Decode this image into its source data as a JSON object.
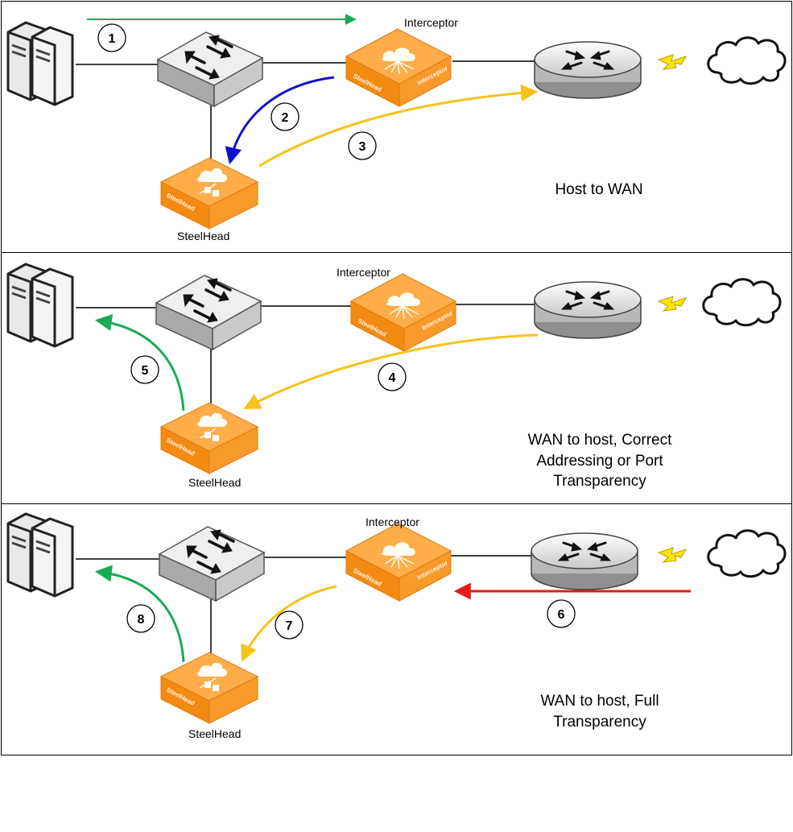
{
  "panels": [
    {
      "id": "host-to-wan",
      "title_lines": [
        "Host to WAN"
      ],
      "interceptor_label": "Interceptor",
      "steelhead_label": "SteelHead",
      "badges": [
        "1",
        "2",
        "3"
      ]
    },
    {
      "id": "wan-to-host-correct",
      "title_lines": [
        "WAN to host, Correct",
        "Addressing or Port",
        "Transparency"
      ],
      "interceptor_label": "Interceptor",
      "steelhead_label": "SteelHead",
      "badges": [
        "4",
        "5"
      ]
    },
    {
      "id": "wan-to-host-full",
      "title_lines": [
        "WAN to host, Full",
        "Transparency"
      ],
      "interceptor_label": "Interceptor",
      "steelhead_label": "SteelHead",
      "badges": [
        "6",
        "7",
        "8"
      ]
    }
  ],
  "device_chip_text": {
    "steelhead": "SteelHead",
    "interceptor": "Interceptor"
  },
  "colors": {
    "green": "#1aaa55",
    "blue": "#1010cc",
    "yellow": "#f7c21c",
    "red": "#e31b1b",
    "orange": "#f7941d",
    "orange_dark": "#e07b12",
    "lightning": "#ffe600"
  }
}
